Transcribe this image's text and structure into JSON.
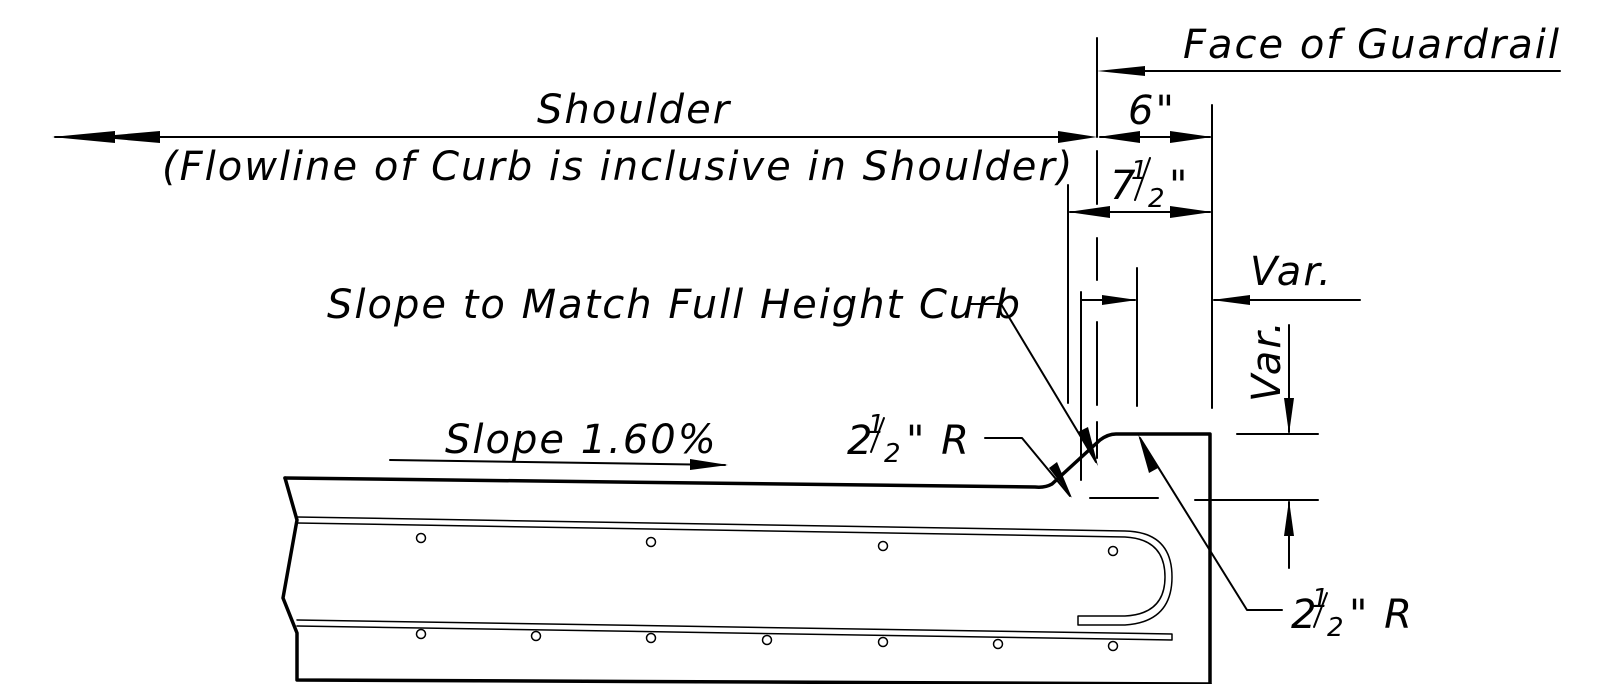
{
  "labels": {
    "face_of_guardrail": "Face of Guardrail",
    "shoulder": "Shoulder",
    "flowline_note": "(Flowline of Curb is inclusive in Shoulder)",
    "dim_6": "6\"",
    "dim_7_whole": "7",
    "dim_7_num": "1",
    "dim_7_den": "2",
    "dim_7_unit": "\"",
    "var_horizontal": "Var.",
    "var_vertical": "Var.",
    "slope_to_match": "Slope to Match Full Height Curb",
    "slope_percent": "Slope 1.60%",
    "radius_top_whole": "2",
    "radius_top_num": "1",
    "radius_top_den": "2",
    "radius_top_unit": "\" R",
    "radius_bottom_whole": "2",
    "radius_bottom_num": "1",
    "radius_bottom_den": "2",
    "radius_bottom_unit": "\" R"
  }
}
